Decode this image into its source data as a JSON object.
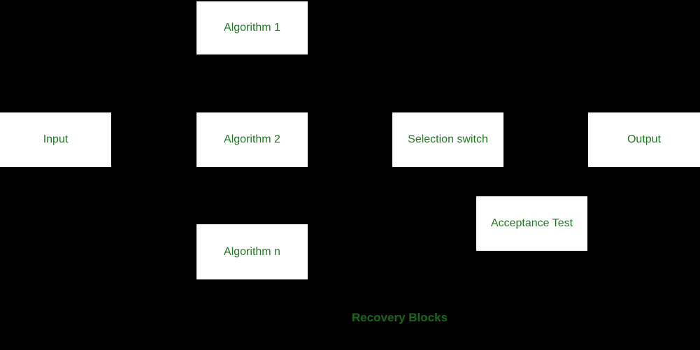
{
  "diagram": {
    "caption": "Recovery Blocks",
    "nodes": {
      "input": {
        "label": "Input"
      },
      "algorithm_1": {
        "label": "Algorithm 1"
      },
      "algorithm_2": {
        "label": "Algorithm 2"
      },
      "algorithm_n": {
        "label": "Algorithm n"
      },
      "selection_switch": {
        "label": "Selection switch"
      },
      "acceptance_test": {
        "label": "Acceptance Test"
      },
      "output": {
        "label": "Output"
      }
    },
    "colors": {
      "background": "#000000",
      "node_fill": "#ffffff",
      "node_text": "#1e7d1e",
      "caption_text": "#176b17"
    }
  }
}
